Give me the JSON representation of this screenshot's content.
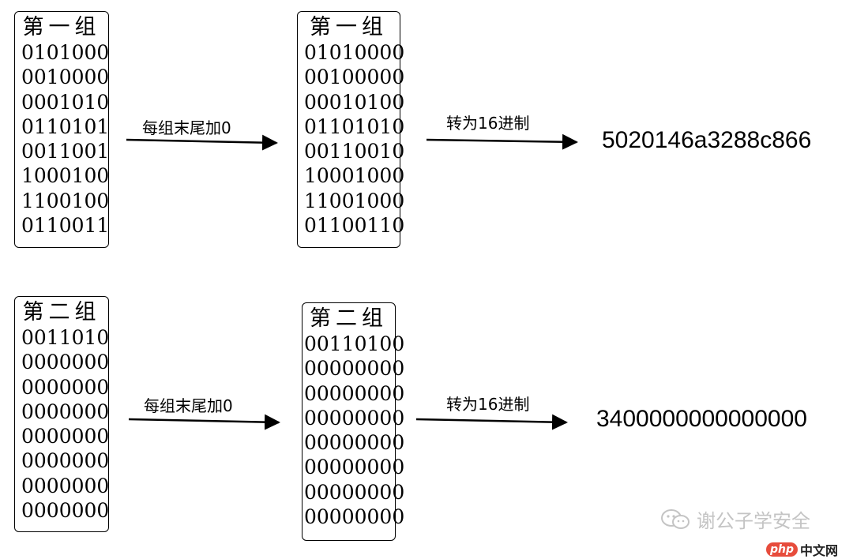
{
  "group1": {
    "original": {
      "title": "第一组",
      "rows": [
        "0101000",
        "0010000",
        "0001010",
        "0110101",
        "0011001",
        "1000100",
        "1100100",
        "0110011"
      ]
    },
    "step1_label": "每组末尾加0",
    "padded": {
      "title": "第一组",
      "rows": [
        "01010000",
        "00100000",
        "00010100",
        "01101010",
        "00110010",
        "10001000",
        "11001000",
        "01100110"
      ]
    },
    "step2_label": "转为16进制",
    "result": "5020146a3288c866"
  },
  "group2": {
    "original": {
      "title": "第二组",
      "rows": [
        "0011010",
        "0000000",
        "0000000",
        "0000000",
        "0000000",
        "0000000",
        "0000000",
        "0000000"
      ]
    },
    "step1_label": "每组末尾加0",
    "padded": {
      "title": "第二组",
      "rows": [
        "00110100",
        "00000000",
        "00000000",
        "00000000",
        "00000000",
        "00000000",
        "00000000",
        "00000000"
      ]
    },
    "step2_label": "转为16进制",
    "result": "3400000000000000"
  },
  "watermark": {
    "text": "谢公子学安全",
    "icon": "wechat-icon"
  },
  "logo": {
    "badge": "php",
    "text": "中文网"
  }
}
